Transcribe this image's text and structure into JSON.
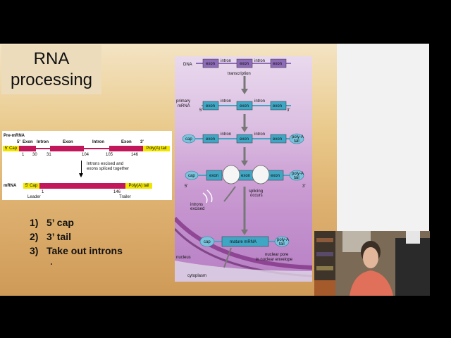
{
  "slide": {
    "title_line1": "RNA",
    "title_line2": "processing",
    "steps": [
      {
        "num": "1)",
        "text": "5’ cap"
      },
      {
        "num": "2)",
        "text": "3’ tail"
      },
      {
        "num": "3)",
        "text": "Take out introns"
      }
    ]
  },
  "pre_diagram": {
    "pre_mrna_label": "Pre-mRNA",
    "five_prime": "5'",
    "three_prime": "3'",
    "exon_label": "Exon",
    "intron_label": "Intron",
    "five_cap": "5' Cap",
    "poly_a_tail": "Poly(A) tail",
    "numbers": [
      "1",
      "30",
      "31",
      "104",
      "105",
      "146"
    ],
    "arrow_text_1": "Introns excised and",
    "arrow_text_2": "exons spliced together",
    "mrna_label": "mRNA",
    "mrna_1": "1",
    "mrna_146": "146",
    "leader": "Leader",
    "trailer": "Trailer"
  },
  "rna_figure": {
    "dna": "DNA",
    "exon": "exon",
    "intron": "intron",
    "transcription": "transcription",
    "primary_mrna_1": "primary",
    "primary_mrna_2": "mRNA",
    "five": "5'",
    "three": "3'",
    "cap": "cap",
    "poly_a": "poly-A",
    "tail": "tail",
    "introns_excised_1": "introns",
    "introns_excised_2": "excised",
    "splicing_1": "splicing",
    "splicing_2": "occurs",
    "mature_mrna": "mature mRNA",
    "nucleus": "nucleus",
    "pore_1": "nuclear pore",
    "pore_2": "in nuclear envelope",
    "cytoplasm": "cytoplasm"
  },
  "colors": {
    "exon_pre": "#c2185b",
    "cap": "#f2e600",
    "figure_exon": "#3fa6c4",
    "figure_dna_exon": "#8e6bb8"
  }
}
